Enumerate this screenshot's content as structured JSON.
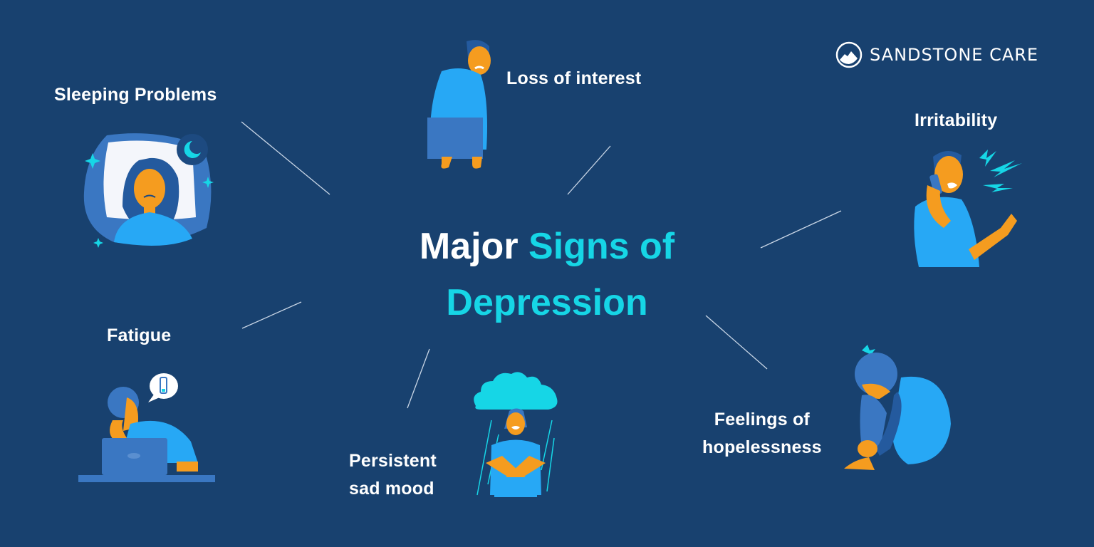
{
  "brand": {
    "name": "SANDSTONE CARE",
    "icon": "mountain-circle-icon"
  },
  "title": {
    "part1": "Major",
    "part2": "Signs of",
    "part3": "Depression"
  },
  "colors": {
    "background": "#18416f",
    "accent": "#16d6e6",
    "text": "#ffffff",
    "skin": "#f59c1f",
    "blue_light": "#27a8f5",
    "blue_mid": "#3a77c2"
  },
  "signs": [
    {
      "label": "Sleeping Problems",
      "icon": "sleeping-woman-illustration"
    },
    {
      "label": "Loss of interest",
      "icon": "slouching-man-illustration"
    },
    {
      "label": "Irritability",
      "icon": "angry-phone-man-illustration"
    },
    {
      "label": "Fatigue",
      "icon": "tired-laptop-man-illustration"
    },
    {
      "label_line1": "Persistent",
      "label_line2": "sad mood",
      "icon": "rain-cloud-woman-illustration"
    },
    {
      "label_line1": "Feelings of",
      "label_line2": "hopelessness",
      "icon": "curled-up-person-illustration"
    }
  ]
}
